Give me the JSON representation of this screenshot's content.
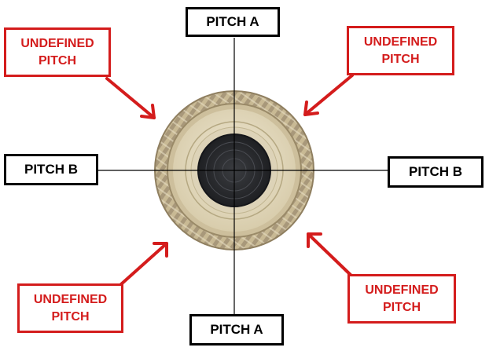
{
  "labels": {
    "pitch_a": "PITCH A",
    "pitch_b": "PITCH B",
    "undefined_line1": "UNDEFINED",
    "undefined_line2": "PITCH"
  },
  "colors": {
    "primary_text": "#000000",
    "undefined_accent": "#d41c1c",
    "drum_rim": "#bfae8e",
    "drum_skin": "#e4dcc4",
    "drum_center": "#2e3034"
  },
  "icons": {
    "drum_image": "tabla-drum-head-icon",
    "arrow": "red-arrow-icon"
  }
}
